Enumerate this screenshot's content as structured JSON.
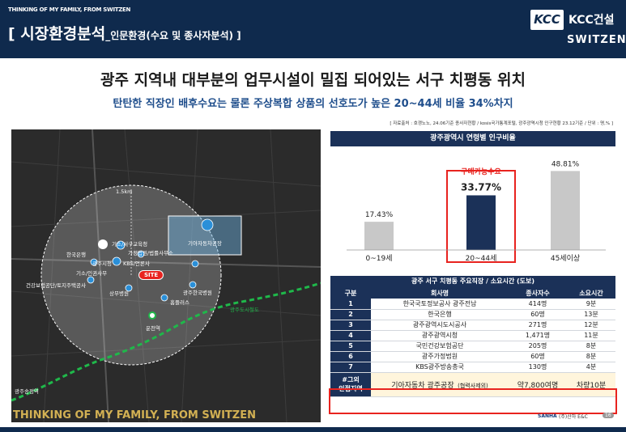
{
  "header": {
    "tagline": "THINKING OF MY FAMILY, FROM SWITZEN",
    "title": "[ 시장환경분석",
    "title_sub": "_인문환경(수요 및 종사자분석) ]",
    "brand_badge": "KCC",
    "brand_name": "KCC건설",
    "brand_product": "SWITZEN"
  },
  "headline": "광주 지역내 대부분의 업무시설이 밀집 되어있는 서구 치평동 위치",
  "subheadline": "탄탄한 직장인 배후수요는 물론 주상복합 상품의 선호도가 높은 20~44세 비율 34%차지",
  "source_note": "[ 자료출처 : 호갱노노, 24.06기준 종사자현황 / kosis국가통계포털, 광주광역시청 인구현황 23.12기준 / 단위 : 명,% ]",
  "map": {
    "radius_label": "1.5km",
    "site_label": "SITE",
    "labels": [
      "한국은행",
      "광주시청",
      "기소/서구교육청",
      "가정법원/법률사무소",
      "KBS/언론사",
      "기소/인권사무",
      "건강보험공단/토지주택공사",
      "상무병원",
      "광주한국병원",
      "홈플러스",
      "기아자동차공장",
      "광주도시철도",
      "운천역",
      "광주송정역"
    ]
  },
  "chart_data": {
    "type": "bar",
    "title": "광주광역시 연령별 인구비율",
    "categories": [
      "0~19세",
      "20~44세",
      "45세이상"
    ],
    "values": [
      17.43,
      33.77,
      48.81
    ],
    "value_labels": [
      "17.43%",
      "33.77%",
      "48.81%"
    ],
    "highlight_index": 1,
    "highlight_label": "구매가능수요",
    "colors": {
      "normal": "#c8c8c8",
      "highlight": "#1b3158",
      "highlight_box": "#e8231f"
    }
  },
  "table": {
    "title": "광주 서구 치평동 주요직장 / 소요시간 (도보)",
    "headers": [
      "구분",
      "회사명",
      "종사자수",
      "소요시간"
    ],
    "rows": [
      [
        "1",
        "한국국토정보공사 광주전남",
        "414명",
        "9분"
      ],
      [
        "2",
        "한국은행",
        "60명",
        "13분"
      ],
      [
        "3",
        "광주광역시도시공사",
        "271명",
        "12분"
      ],
      [
        "4",
        "광주광역시청",
        "1,471명",
        "11분"
      ],
      [
        "5",
        "국민건강보험공단",
        "205명",
        "8분"
      ],
      [
        "6",
        "광주가정법원",
        "60명",
        "8분"
      ],
      [
        "7",
        "KBS광주방송총국",
        "130명",
        "4분"
      ]
    ],
    "highlight_row": {
      "gubun_line1": "#그외",
      "gubun_line2": "인접지역",
      "company": "기아자동차 광주공장_",
      "company_note": "(협력사제외)",
      "workers": "약7,800여명",
      "time": "차량10분"
    }
  },
  "footer": {
    "tagline": "THINKING OF MY FAMILY, FROM SWITZEN",
    "company_logo": "SANHA",
    "company_name": "(주)산하 E&C",
    "page": "16"
  },
  "colors": {
    "navy": "#1b3158",
    "accent_red": "#e8231f",
    "subhead_blue": "#1f4e8c"
  }
}
